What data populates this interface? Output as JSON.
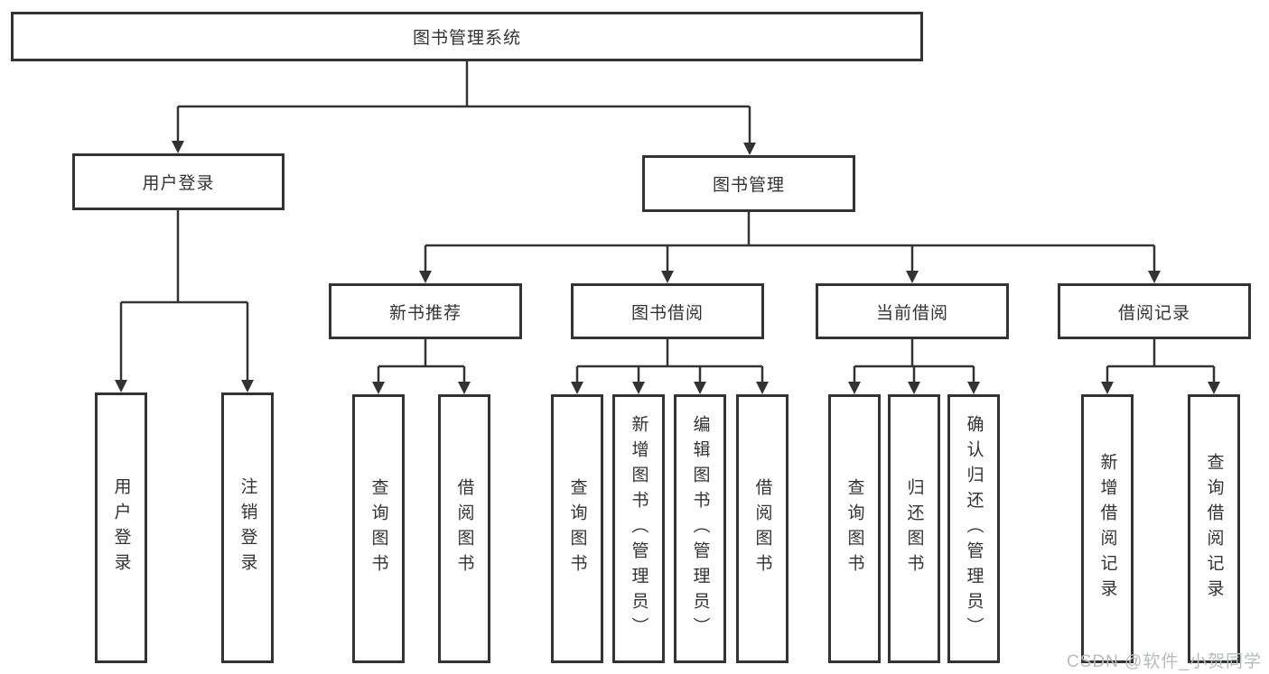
{
  "diagram": {
    "root": {
      "label": "图书管理系统"
    },
    "branches": [
      {
        "label": "用户登录",
        "leaves": [
          "用户登录",
          "注销登录"
        ]
      },
      {
        "label": "图书管理",
        "groups": [
          {
            "label": "新书推荐",
            "leaves": [
              "查询图书",
              "借阅图书"
            ]
          },
          {
            "label": "图书借阅",
            "leaves": [
              "查询图书",
              "新增图书（管理员）",
              "编辑图书（管理员）",
              "借阅图书"
            ]
          },
          {
            "label": "当前借阅",
            "leaves": [
              "查询图书",
              "归还图书",
              "确认归还（管理员）"
            ]
          },
          {
            "label": "借阅记录",
            "leaves": [
              "新增借阅记录",
              "查询借阅记录"
            ]
          }
        ]
      }
    ],
    "watermark": "CSDN @软件_小贺同学",
    "colors": {
      "line": "#333333",
      "box_border": "#333333",
      "text": "#333333",
      "watermark": "#b7bbc0",
      "background": "#ffffff"
    }
  }
}
